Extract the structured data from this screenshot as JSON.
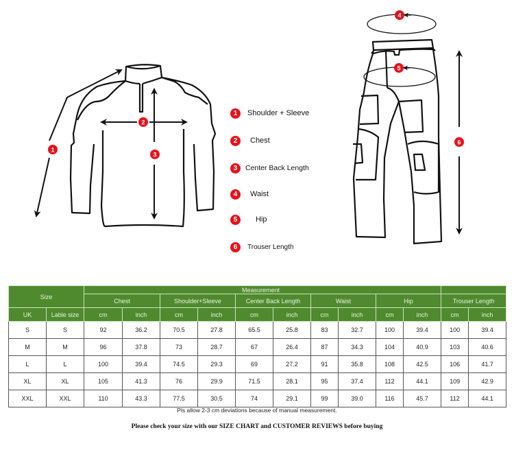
{
  "legend": {
    "items": [
      {
        "num": "1",
        "label": "Shoulder + Sleeve"
      },
      {
        "num": "2",
        "label": "Chest"
      },
      {
        "num": "3",
        "label": "Center Back Length"
      },
      {
        "num": "4",
        "label": "Waist"
      },
      {
        "num": "5",
        "label": "Hip"
      },
      {
        "num": "6",
        "label": "Trouser Length"
      }
    ]
  },
  "diagram": {
    "shirt_markers": [
      "1",
      "2",
      "3"
    ],
    "pants_markers": [
      "4",
      "5",
      "6"
    ],
    "marker_color": "#e8121b"
  },
  "table": {
    "header_color": "#4f8a2e",
    "size_header": "Size",
    "measurement_header": "Measurement",
    "groups": [
      "Chest",
      "Shoulder+Sleeve",
      "Center Back Length",
      "Waist",
      "Hip",
      "Trouser Length"
    ],
    "size_cols": [
      "UK",
      "Lable size"
    ],
    "units": [
      "cm",
      "inch",
      "cm",
      "inch",
      "cm",
      "inch",
      "cm",
      "inch",
      "cm",
      "inch",
      "cm",
      "inch"
    ],
    "rows": [
      [
        "S",
        "S",
        "92",
        "36.2",
        "70.5",
        "27.8",
        "65.5",
        "25.8",
        "83",
        "32.7",
        "100",
        "39.4",
        "100",
        "39.4"
      ],
      [
        "M",
        "M",
        "96",
        "37.8",
        "73",
        "28.7",
        "67",
        "26.4",
        "87",
        "34.3",
        "104",
        "40.9",
        "103",
        "40.6"
      ],
      [
        "L",
        "L",
        "100",
        "39.4",
        "74.5",
        "29.3",
        "69",
        "27.2",
        "91",
        "35.8",
        "108",
        "42.5",
        "106",
        "41.7"
      ],
      [
        "XL",
        "XL",
        "105",
        "41.3",
        "76",
        "29.9",
        "71.5",
        "28.1",
        "95",
        "37.4",
        "112",
        "44.1",
        "109",
        "42.9"
      ],
      [
        "XXL",
        "XXL",
        "110",
        "43.3",
        "77.5",
        "30.5",
        "74",
        "29.1",
        "99",
        "39.0",
        "116",
        "45.7",
        "112",
        "44.1"
      ]
    ]
  },
  "notes": {
    "deviation": "Pls allow 2-3 cm deviations because of manual measurement.",
    "check": "Please check your size with our SIZE CHART and CUSTOMER REVIEWS before buying"
  }
}
